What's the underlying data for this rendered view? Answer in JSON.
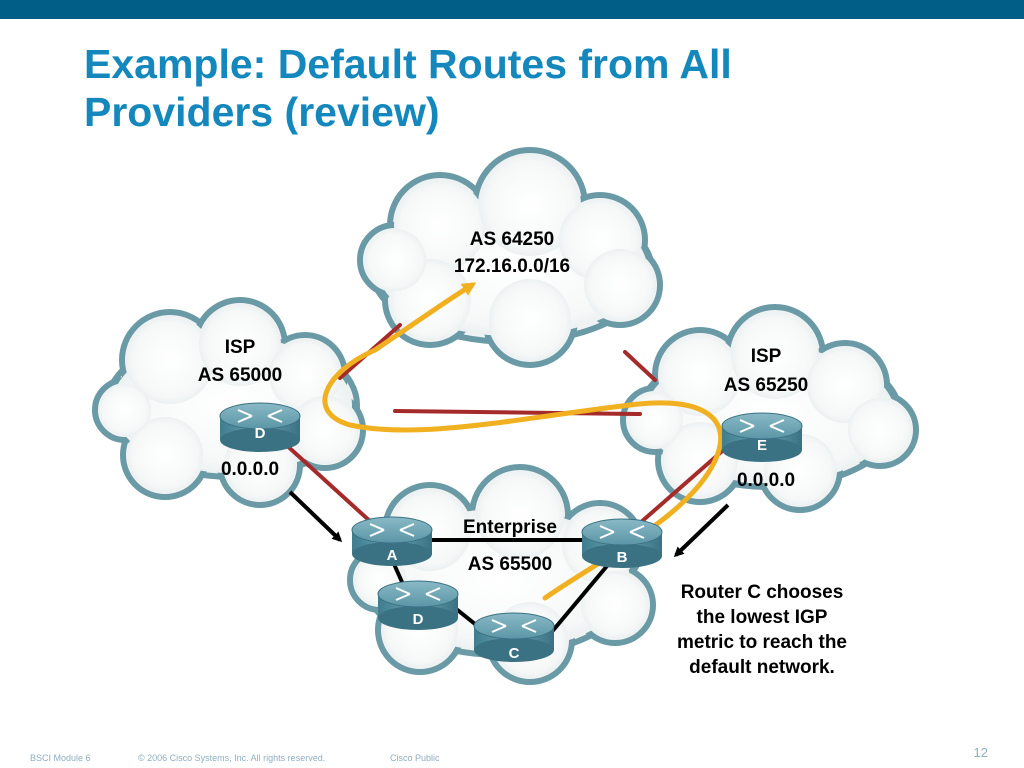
{
  "title": {
    "line1": "Example: Default Routes from All",
    "line2": "Providers (review)"
  },
  "clouds": {
    "as64250": {
      "line1": "AS 64250",
      "line2": "172.16.0.0/16"
    },
    "isp_left": {
      "line1": "ISP",
      "line2": "AS 65000",
      "route": "0.0.0.0"
    },
    "isp_right": {
      "line1": "ISP",
      "line2": "AS 65250",
      "route": "0.0.0.0"
    },
    "enterprise": {
      "line1": "Enterprise",
      "line2": "AS 65500"
    }
  },
  "routers": {
    "isp_left": "D",
    "isp_right": "E",
    "a": "A",
    "b": "B",
    "c": "C",
    "d": "D"
  },
  "note": [
    "Router C chooses",
    "the lowest IGP",
    "metric to reach the",
    "default network."
  ],
  "footer": {
    "module": "BSCI Module 6",
    "copyright": "© 2006 Cisco Systems, Inc. All rights reserved.",
    "classification": "Cisco Public",
    "page": "12"
  },
  "colors": {
    "accent": "#1488bd",
    "link_red": "#a52a2a",
    "path_orange": "#f0b020",
    "cloud_edge": "#6a9aa6",
    "router": "#4f8b9c"
  }
}
